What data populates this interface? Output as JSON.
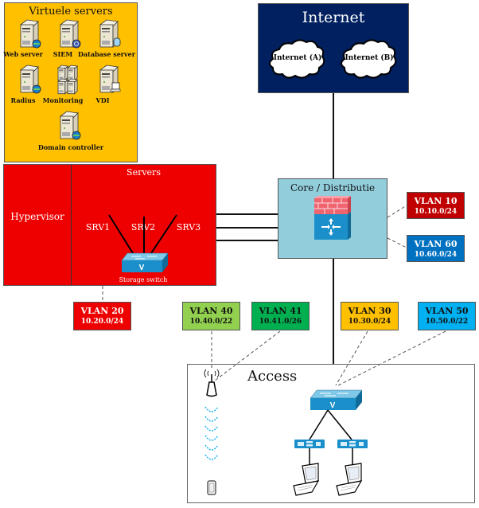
{
  "virtual_servers": {
    "title": "Virtuele servers",
    "items": [
      {
        "label": "Web server",
        "icon": "server-globe-icon"
      },
      {
        "label": "SIEM",
        "icon": "server-siem-icon"
      },
      {
        "label": "Database server",
        "icon": "server-database-icon"
      },
      {
        "label": "Radius",
        "icon": "server-globe-icon"
      },
      {
        "label": "Monitoring",
        "icon": "server-stack-icon"
      },
      {
        "label": "VDI",
        "icon": "server-terminal-icon"
      },
      {
        "label": "Domain controller",
        "icon": "server-globe-icon"
      }
    ],
    "color": "#FFC000"
  },
  "internet": {
    "title": "Internet",
    "clouds": [
      "Internet (A)",
      "Internet (B)"
    ],
    "color": "#002060"
  },
  "servers_zone": {
    "hypervisor_label": "Hypervisor",
    "title": "Servers",
    "servers": [
      "SRV1",
      "SRV2",
      "SRV3"
    ],
    "switch_label": "Storage switch",
    "color": "#EE0000"
  },
  "core": {
    "title": "Core / Distributie",
    "color": "#92CDDC"
  },
  "access": {
    "title": "Access"
  },
  "vlans": {
    "v10": {
      "name": "VLAN 10",
      "subnet": "10.10.0/24",
      "color": "#C00000"
    },
    "v60": {
      "name": "VLAN 60",
      "subnet": "10.60.0/24",
      "color": "#0070C0"
    },
    "v20": {
      "name": "VLAN 20",
      "subnet": "10.20.0/24",
      "color": "#EE0000"
    },
    "v40": {
      "name": "VLAN 40",
      "subnet": "10.40.0/22",
      "color": "#92D050"
    },
    "v41": {
      "name": "VLAN 41",
      "subnet": "10.41.0/26",
      "color": "#00B050"
    },
    "v30": {
      "name": "VLAN 30",
      "subnet": "10.30.0/24",
      "color": "#FFC000"
    },
    "v50": {
      "name": "VLAN 50",
      "subnet": "10.50.0/22",
      "color": "#00B0F0"
    }
  }
}
